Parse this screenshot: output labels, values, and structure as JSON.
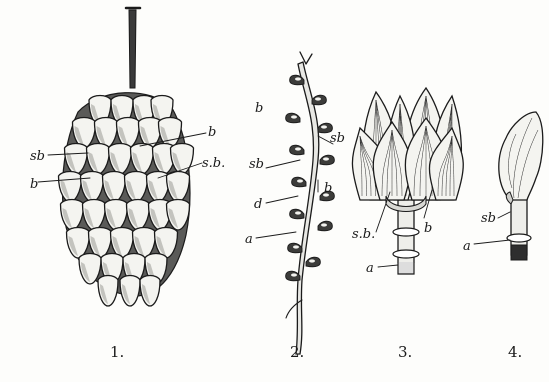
{
  "figures": [
    {
      "number": "1."
    },
    {
      "number": "2."
    },
    {
      "number": "3."
    },
    {
      "number": "4."
    }
  ],
  "labels": {
    "fig1": [
      "sb",
      "b",
      "b",
      "s.b."
    ],
    "fig2": [
      "b",
      "sb",
      "sb",
      "d",
      "b",
      "a"
    ],
    "fig3": [
      "s.b.",
      "b",
      "a"
    ],
    "fig4": [
      "sb",
      "a"
    ]
  }
}
